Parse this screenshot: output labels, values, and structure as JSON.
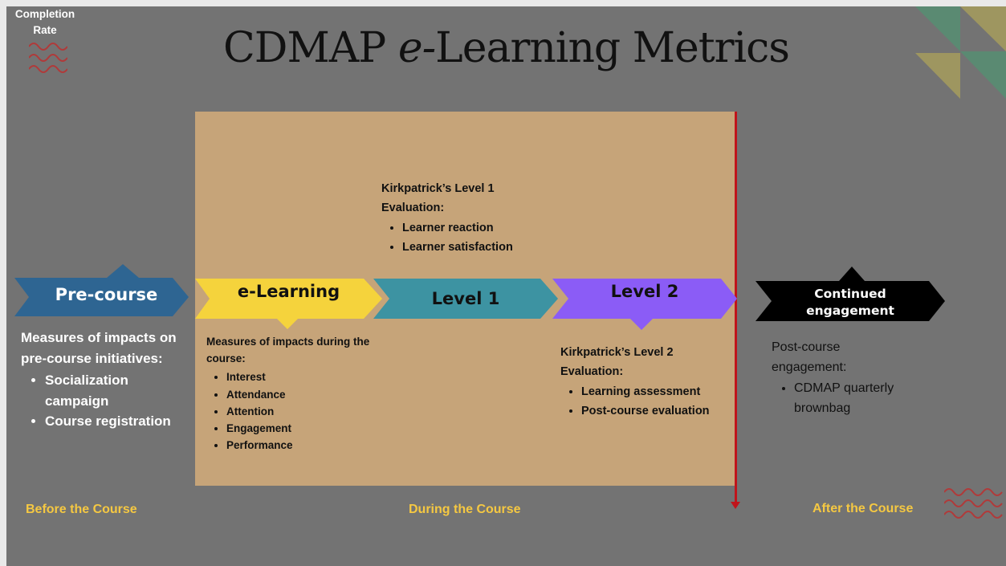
{
  "title": {
    "main": "CDMAP ",
    "italic": "e-",
    "rest": "Learning Metrics"
  },
  "stages": [
    {
      "label": "Pre-course",
      "fill": "#2e6592",
      "text_color": "#ffffff"
    },
    {
      "label": "e-Learning",
      "fill": "#f5d33c",
      "text_color": "#111111"
    },
    {
      "label": "Level 1",
      "fill": "#3d93a2",
      "text_color": "#111111"
    },
    {
      "label": "Level 2",
      "fill": "#8b5cf6",
      "text_color": "#111111"
    },
    {
      "label_line1": "Continued",
      "label_line2": "engagement",
      "fill": "#000000",
      "text_color": "#ffffff"
    }
  ],
  "pre_course": {
    "heading": "Measures of impacts on pre-course initiatives:",
    "items": [
      "Socialization campaign",
      "Course registration"
    ]
  },
  "e_learning": {
    "heading": "Measures of impacts during the course:",
    "items": [
      "Interest",
      "Attendance",
      "Attention",
      "Engagement",
      "Performance"
    ]
  },
  "level1": {
    "heading": "Kirkpatrick’s Level 1 Evaluation:",
    "items": [
      "Learner reaction",
      "Learner satisfaction"
    ]
  },
  "level2": {
    "heading": "Kirkpatrick’s Level 2 Evaluation:",
    "items": [
      "Learning assessment",
      "Post-course evaluation"
    ]
  },
  "post_course": {
    "heading": "Post-course engagement:",
    "items": [
      "CDMAP quarterly brownbag"
    ]
  },
  "phases": {
    "before": "Before the Course",
    "during": "During the Course",
    "after": "After the Course"
  },
  "completion": {
    "line1": "Completion",
    "line2": "Rate"
  },
  "colors": {
    "background": "#737373",
    "panel": "#c6a479",
    "completion_line": "#c0141b",
    "phase_label": "#f5c842",
    "triangle_green": "#5a8a72",
    "triangle_olive": "#9e9660",
    "wave_red": "#b03a3a"
  }
}
